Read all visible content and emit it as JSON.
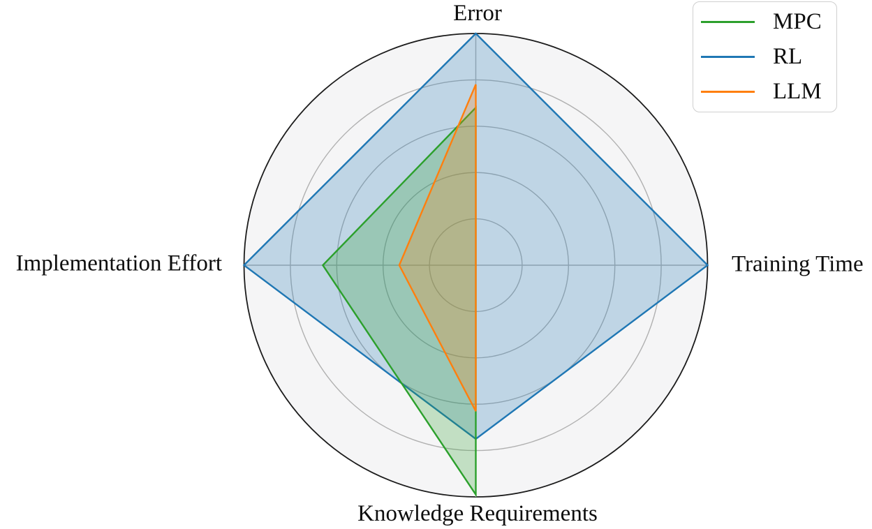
{
  "chart_data": {
    "type": "radar",
    "categories": [
      "Error",
      "Training Time",
      "Knowledge Requirements",
      "Implementation Effort"
    ],
    "series": [
      {
        "name": "MPC",
        "color": "#2ca02c",
        "values": [
          0.68,
          0.0,
          0.99,
          0.66
        ]
      },
      {
        "name": "RL",
        "color": "#1f77b4",
        "values": [
          1.0,
          1.0,
          0.75,
          1.0
        ]
      },
      {
        "name": "LLM",
        "color": "#ff7f0e",
        "values": [
          0.78,
          0.0,
          0.63,
          0.33
        ]
      }
    ],
    "draw_order": [
      "RL",
      "MPC",
      "LLM"
    ],
    "rings": [
      0.2,
      0.4,
      0.6,
      0.8
    ],
    "rmax": 1.0,
    "fill_alpha": 0.25,
    "grid_color": "#b0b0b0",
    "outer_circle_color": "#1b1b1b",
    "plot_bg_color": "#f5f5f6",
    "legend_position": "upper right",
    "legend_border_color": "#cfcfcf"
  }
}
